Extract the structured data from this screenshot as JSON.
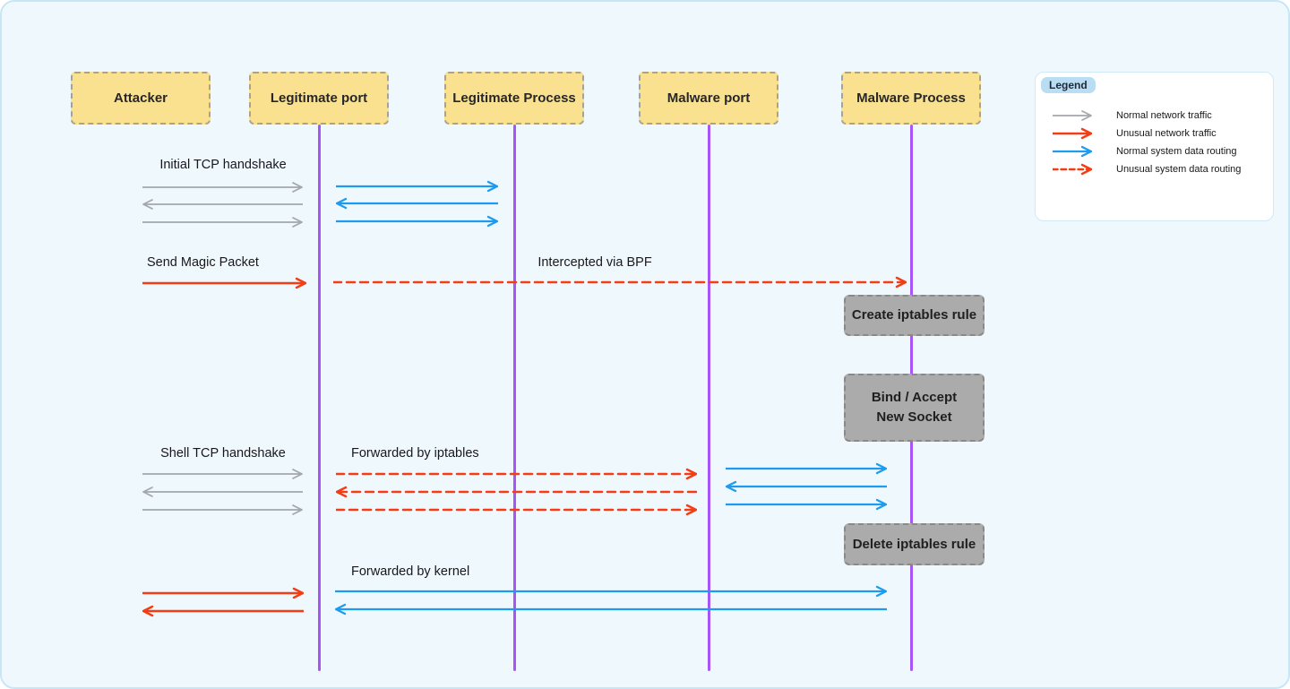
{
  "diagram": {
    "actors": [
      {
        "label": "Attacker"
      },
      {
        "label": "Legitimate port"
      },
      {
        "label": "Legitimate Process"
      },
      {
        "label": "Malware port"
      },
      {
        "label": "Malware Process"
      }
    ],
    "labels": {
      "initial_handshake": "Initial TCP handshake",
      "send_magic_packet": "Send Magic Packet",
      "intercepted_via_bpf": "Intercepted via BPF",
      "shell_handshake": "Shell TCP handshake",
      "forwarded_by_iptables": "Forwarded by iptables",
      "forwarded_by_kernel": "Forwarded by kernel"
    },
    "process_boxes": [
      {
        "lines": [
          "Create iptables rule"
        ]
      },
      {
        "lines": [
          "Bind / Accept",
          "New Socket"
        ]
      },
      {
        "lines": [
          "Delete iptables rule"
        ]
      }
    ]
  },
  "legend": {
    "title": "Legend",
    "items": [
      {
        "label": "Normal network traffic",
        "style": "gray-solid"
      },
      {
        "label": "Unusual network traffic",
        "style": "red-solid"
      },
      {
        "label": "Normal system data routing",
        "style": "blue-solid"
      },
      {
        "label": "Unusual system data routing",
        "style": "red-dashed"
      }
    ]
  },
  "colors": {
    "background": "#eff8fd",
    "frame_border": "#c9e6f7",
    "actor_fill": "#fae18f",
    "actor_border": "#a6a294",
    "actor_text": "#27272a",
    "lifeline": "#a855f7",
    "normal_traffic": "#a2a6ad",
    "unusual_traffic": "#f43d15",
    "system_routing": "#1d9bf0",
    "process_box_fill": "#ababab",
    "process_box_border": "#898989",
    "process_box_text": "#1f1f1f",
    "label_text": "#18181b",
    "legend_bg": "#ffffff",
    "legend_border": "#cfe9f7",
    "legend_pill_bg": "#b9ddf2",
    "legend_pill_text": "#1f2937"
  }
}
